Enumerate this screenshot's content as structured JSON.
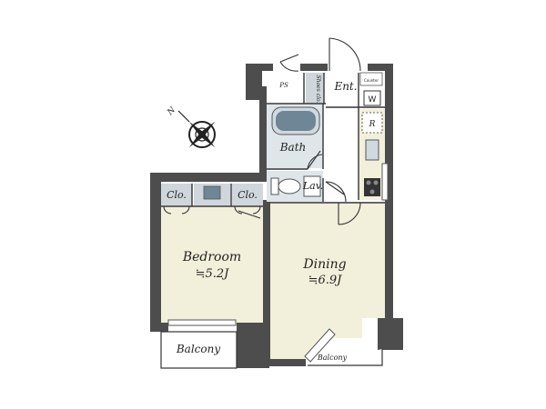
{
  "rooms": {
    "bedroom": {
      "name": "Bedroom",
      "area": "≒5.2J"
    },
    "dining": {
      "name": "Dining",
      "area": "≒6.9J"
    },
    "bath": {
      "name": "Bath"
    },
    "lav": {
      "name": "Lav."
    },
    "entrance": {
      "name": "Ent."
    },
    "shoe_closet": {
      "name": "Shoes clo."
    },
    "closet_left": {
      "name": "Clo."
    },
    "closet_right": {
      "name": "Clo."
    },
    "ps": {
      "name": "PS"
    },
    "balcony_left": {
      "name": "Balcony"
    },
    "balcony_right": {
      "name": "Balcony"
    }
  },
  "fixtures": {
    "washer": "W",
    "refrigerator": "R",
    "counter": "Counter"
  },
  "compass": {
    "north": "N"
  },
  "colors": {
    "wall": "#4d4d4d",
    "floor": "#f2efdb",
    "wet_area": "#dfe6ea",
    "closet": "#cfd6dc",
    "balcony": "#ffffff"
  }
}
